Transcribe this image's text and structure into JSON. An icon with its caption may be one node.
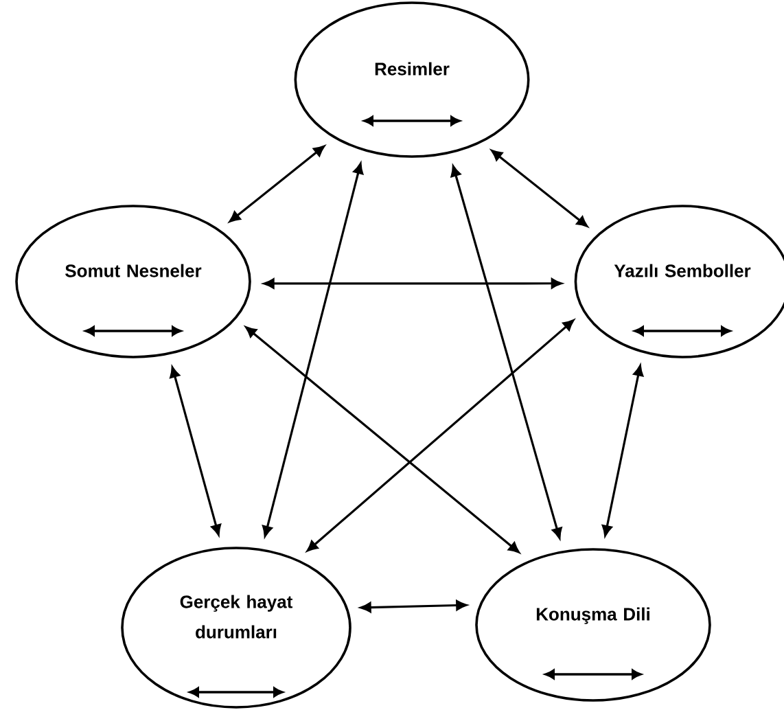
{
  "diagram": {
    "nodes": [
      {
        "text": [
          "Resimler"
        ]
      },
      {
        "text": [
          "Somut Nesneler"
        ]
      },
      {
        "text": [
          "Yazılı Semboller"
        ]
      },
      {
        "text": [
          "Gerçek hayat durumları"
        ]
      },
      {
        "text": [
          "Konuşma Dili"
        ]
      }
    ],
    "edges": [
      {
        "from": 0,
        "to": 1,
        "arrow": "both"
      },
      {
        "from": 0,
        "to": 2,
        "arrow": "both"
      },
      {
        "from": 1,
        "to": 2,
        "arrow": "both"
      },
      {
        "from": 0,
        "to": 3,
        "arrow": "both"
      },
      {
        "from": 0,
        "to": 4,
        "arrow": "both"
      },
      {
        "from": 1,
        "to": 3,
        "arrow": "both"
      },
      {
        "from": 1,
        "to": 4,
        "arrow": "both"
      },
      {
        "from": 2,
        "to": 3,
        "arrow": "both"
      },
      {
        "from": 2,
        "to": 4,
        "arrow": "both"
      },
      {
        "from": 3,
        "to": 4,
        "arrow": "both"
      }
    ]
  }
}
